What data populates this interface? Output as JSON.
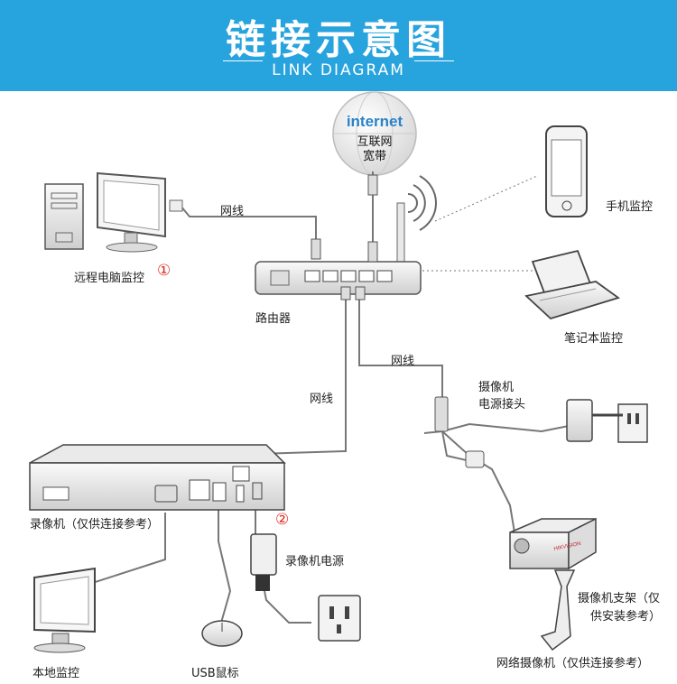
{
  "header": {
    "title": "链接示意图",
    "subtitle": "LINK DIAGRAM"
  },
  "internet": {
    "word": "internet",
    "line1": "互联网",
    "line2": "宽带"
  },
  "labels": {
    "cable_top": "网线",
    "remote_pc": "远程电脑监控",
    "marker_1": "①",
    "router": "路由器",
    "phone": "手机监控",
    "laptop": "笔记本监控",
    "cable_right": "网线",
    "cable_mid": "网线",
    "camera_power_1": "摄像机",
    "camera_power_2": "电源接头",
    "recorder": "录像机（仅供连接参考）",
    "marker_2": "②",
    "recorder_power": "录像机电源",
    "bracket_1": "摄像机支架（仅",
    "bracket_2": "供安装参考）",
    "local_monitor": "本地监控",
    "usb_mouse": "USB鼠标",
    "network_camera": "网络摄像机（仅供连接参考）",
    "camera_brand": "HIKVISION"
  }
}
